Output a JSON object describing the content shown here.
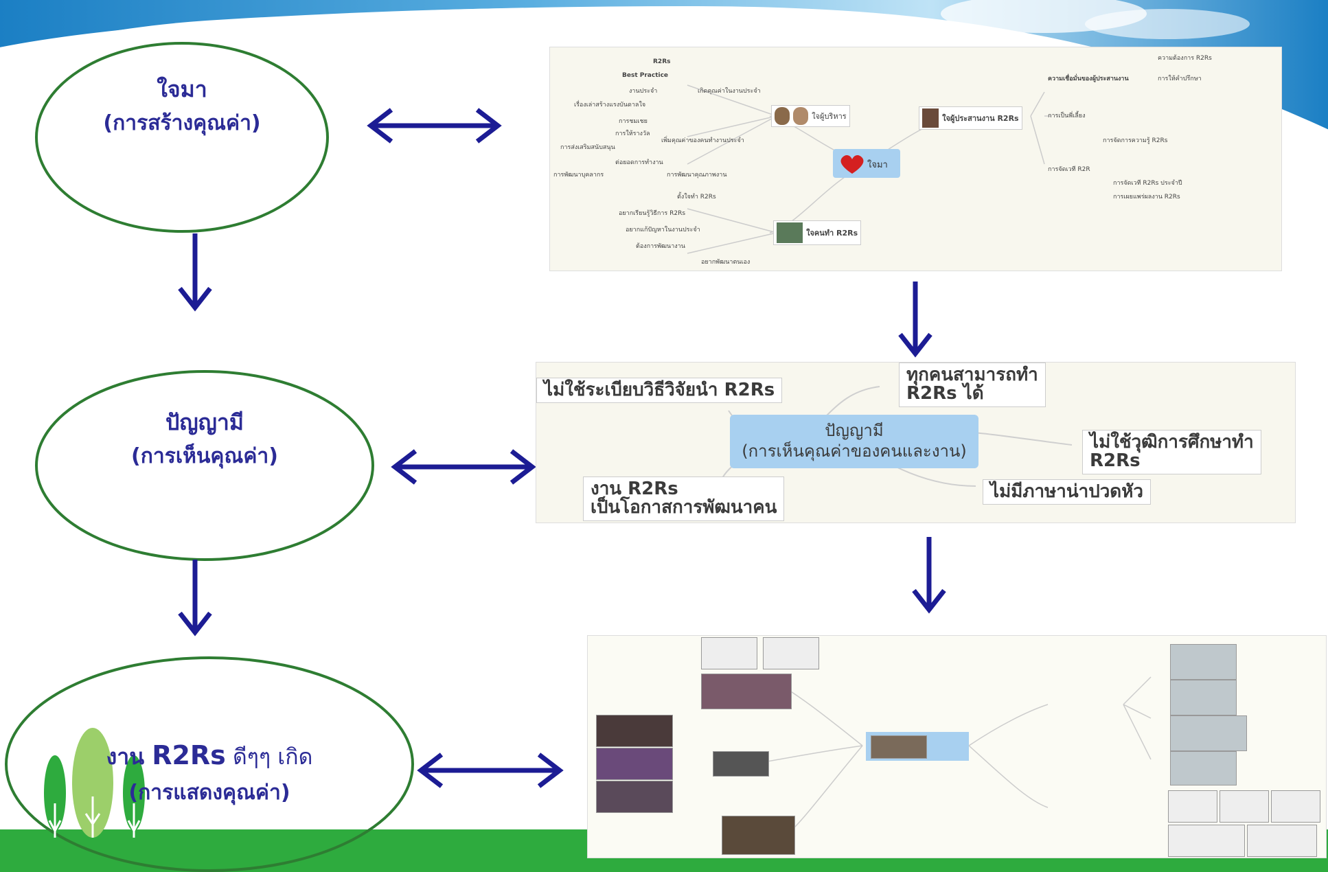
{
  "ovals": [
    {
      "title": "ใจมา",
      "subtitle": "(การสร้างคุณค่า)"
    },
    {
      "title": "ปัญญามี",
      "subtitle": "(การเห็นคุณค่า)"
    },
    {
      "title_prefix": "งาน ",
      "title_bold": "R2Rs",
      "title_suffix": " ดีๆๆ เกิด",
      "subtitle": "(การแสดงคุณค่า)"
    }
  ],
  "mindmap1": {
    "center": "ใจมา",
    "branches": {
      "executives": "ใจผู้บริหาร",
      "coordinators": "ใจผู้ประสานงาน R2Rs",
      "workers": "ใจคนทำ R2Rs"
    },
    "left_nodes": [
      "R2Rs",
      "Best Practice",
      "งานประจำ",
      "เกิดคุณค่าในงานประจำ",
      "เรื่องเล่าสร้างแรงบันดาลใจ",
      "การชมเชย",
      "การให้รางวัล",
      "เพิ่มคุณค่าของคนทำงานประจำ",
      "การส่งเสริมสนับสนุน",
      "ต่อยอดการทำงาน",
      "การพัฒนาบุคลากร",
      "การพัฒนาคุณภาพงาน",
      "ตั้งใจทำ R2Rs",
      "อยากเรียนรู้วิธีการ R2Rs",
      "อยากแก้ปัญหาในงานประจำ",
      "ต้องการพัฒนางาน",
      "อยากพัฒนาตนเอง"
    ],
    "right_nodes": [
      "ความต้องการ R2Rs",
      "ความเชื่อมั่นของผู้ประสานงาน",
      "การให้คำปรึกษา",
      "การเป็นพี่เลี้ยง",
      "การจัดการความรู้ R2Rs",
      "การจัดเวที R2R",
      "การจัดเวที R2Rs ประจำปี",
      "การเผยแพร่ผลงาน R2Rs"
    ]
  },
  "wisdom_map": {
    "center_line1": "ปัญญามี",
    "center_line2": "(การเห็นคุณค่าของคนและงาน)",
    "nodes": {
      "top_left": "ไม่ใช้ระเบียบวิธีวิจัยนำ R2Rs",
      "top_right_line1": "ทุกคนสามารถทำ",
      "top_right_line2": "R2Rs ได้",
      "right_line1": "ไม่ใช้วุฒิการศึกษาทำ",
      "right_line2": "R2Rs",
      "bottom_left_line1": "งาน R2Rs",
      "bottom_left_line2": "เป็นโอกาสการพัฒนาคน",
      "bottom_right": "ไม่มีภาษาน่าปวดหัว"
    }
  },
  "colors": {
    "oval_stroke": "#2e7d32",
    "oval_text": "#2b2b96",
    "arrow": "#1c1c94",
    "footer_green": "#2eab3e",
    "header_blue": "#1b7fc4",
    "wisdom_center_bg": "#a8d0f0"
  },
  "icons": {
    "header": "sky-swoosh",
    "trees": "tree-icon",
    "arrows": [
      "double-arrow-icon",
      "down-arrow-icon"
    ]
  }
}
